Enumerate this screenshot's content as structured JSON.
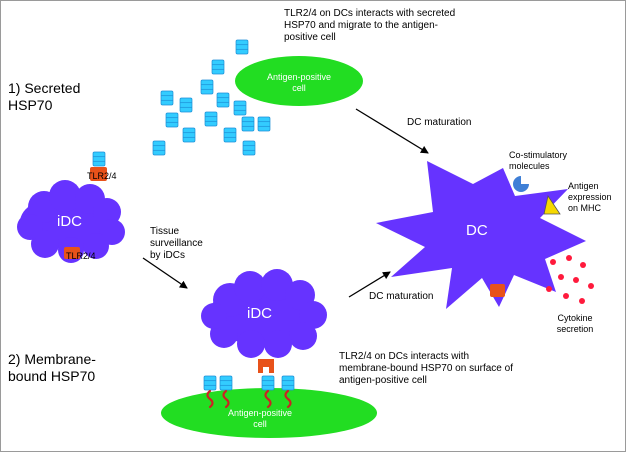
{
  "section1": {
    "title": "1) Secreted HSP70"
  },
  "section2": {
    "title": "2) Membrane-bound HSP70"
  },
  "top_caption": "TLR2/4 on DCs interacts with secreted HSP70 and migrate to the antigen-positive cell",
  "bottom_caption": "TLR2/4 on DCs interacts with membrane-bound HSP70 on surface of antigen-positive cell",
  "antigen_cell_top": "Antigen-positive cell",
  "antigen_cell_bottom": "Antigen-positive cell",
  "idc_left": {
    "label": "iDC",
    "receptor_top": "TLR2/4",
    "receptor_bottom": "TLR2/4"
  },
  "idc_bottom": {
    "label": "iDC"
  },
  "tissue_surveillance": "Tissue surveillance by iDCs",
  "maturation_top": "DC maturation",
  "maturation_bottom": "DC maturation",
  "dc": {
    "label": "DC",
    "costim": "Co-stimulatory molecules",
    "antigen": "Antigen expression on MHC",
    "cytokine": "Cytokine secretion"
  },
  "colors": {
    "cell_purple": "#6633ff",
    "antigen_green": "#22dd22",
    "hsp70_blue": "#33ccff",
    "receptor_orange": "#e8521a",
    "cytokine_red": "#ff1a3c",
    "costim_blue": "#3f7fd6",
    "mhc_yellow": "#f5d800",
    "squiggle_red": "#cc2222"
  }
}
